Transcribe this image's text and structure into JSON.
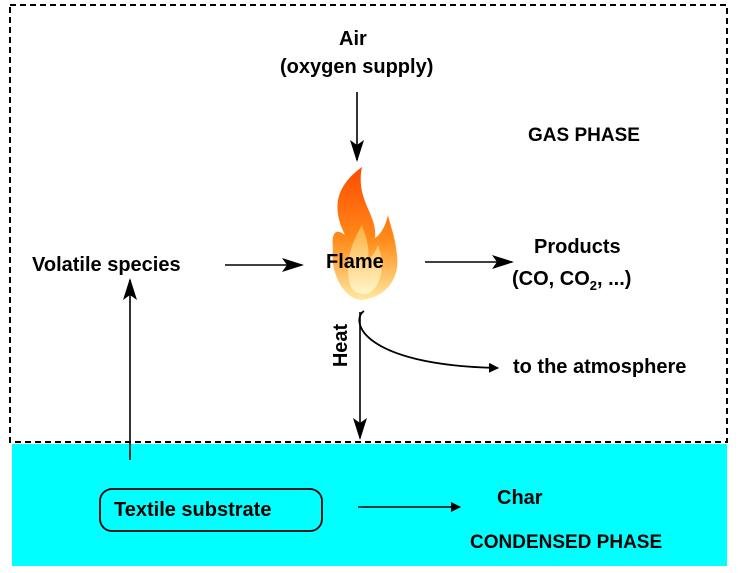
{
  "labels": {
    "air": "Air",
    "oxygen_supply": "(oxygen supply)",
    "gas_phase": "GAS PHASE",
    "volatile_species": "Volatile species",
    "flame": "Flame",
    "products": "Products",
    "products_detail_pre": "(CO, CO",
    "products_detail_sub": "2",
    "products_detail_post": ", ...)",
    "heat": "Heat",
    "to_atmosphere": "to the atmosphere",
    "textile_substrate": "Textile substrate",
    "char": "Char",
    "condensed_phase": "CONDENSED PHASE"
  },
  "colors": {
    "condensed_bg": "#00ffff",
    "flame_outer": "#ff5a00",
    "flame_inner": "#ffe27a"
  }
}
